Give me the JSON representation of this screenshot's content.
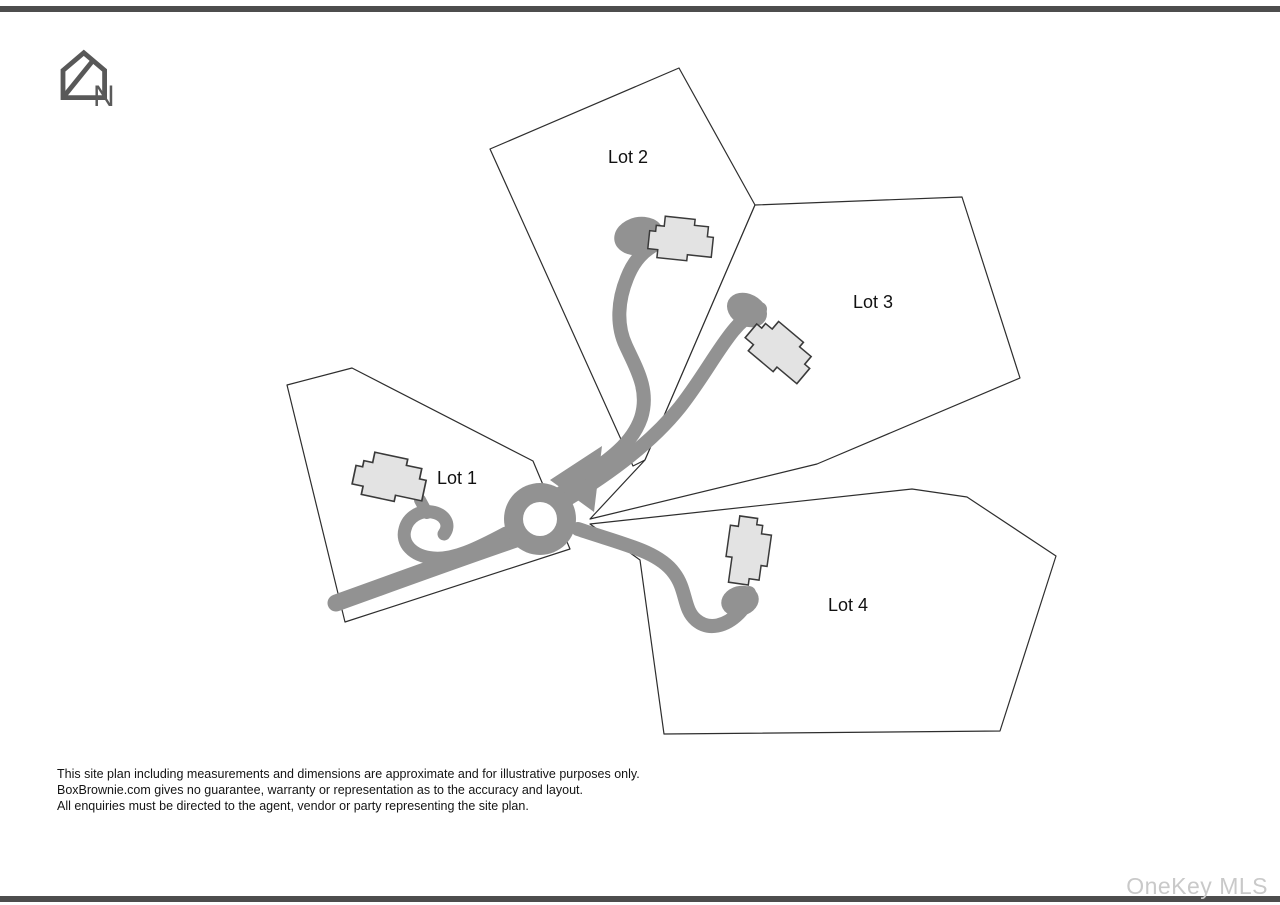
{
  "page": {
    "background": "#ffffff",
    "top_bar_color": "#4d4d4d",
    "bottom_bar_color": "#4d4d4d"
  },
  "north_indicator": {
    "label": "N"
  },
  "site_plan": {
    "lots": [
      {
        "label": "Lot 1"
      },
      {
        "label": "Lot 2"
      },
      {
        "label": "Lot 3"
      },
      {
        "label": "Lot 4"
      }
    ],
    "colors": {
      "road": "#929292",
      "house_fill": "#e3e3e3",
      "house_outline": "#3a3a3a",
      "lot_boundary": "#2e2e2e",
      "label_text": "#111111",
      "north_icon": "#5a5a5a",
      "watermark": "#c9c9c9"
    }
  },
  "disclaimer": {
    "line1": "This site plan including measurements and dimensions are approximate and for illustrative purposes only.",
    "line2": "BoxBrownie.com gives no guarantee, warranty or representation as to the accuracy and layout.",
    "line3": "All enquiries must be directed to the agent, vendor or party representing the site plan."
  },
  "watermark": {
    "text": "OneKey MLS"
  }
}
